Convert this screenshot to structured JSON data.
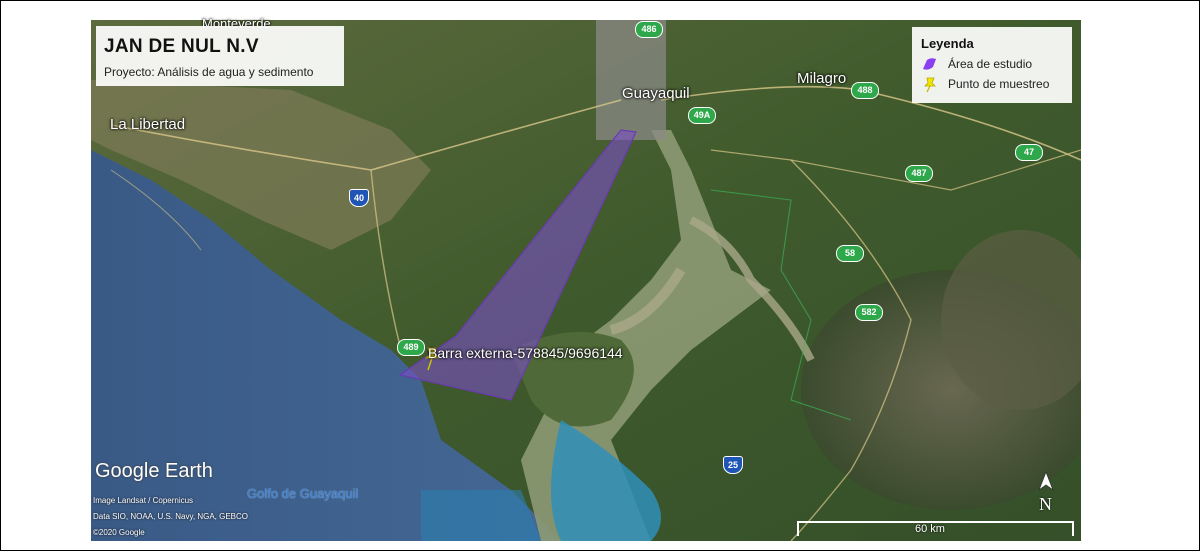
{
  "header": {
    "title": "JAN DE NUL N.V",
    "subtitle": "Proyecto: Análisis de agua y sedimento"
  },
  "legend": {
    "title": "Leyenda",
    "items": [
      {
        "label": "Área de estudio",
        "symbol": "purple-polygon",
        "color": "#8a3ff0"
      },
      {
        "label": "Punto de muestreo",
        "symbol": "yellow-pushpin",
        "color": "#f2e600"
      }
    ]
  },
  "map": {
    "places": [
      "Monteverde",
      "Guayaquil",
      "Milagro",
      "La Libertad"
    ],
    "sample_point": {
      "label": "Barra externa-578845/9696144"
    },
    "water_label": "Golfo de Guayaquil",
    "road_shields": [
      "486",
      "488",
      "49A",
      "487",
      "47",
      "58",
      "582",
      "489"
    ],
    "interstate_shields": [
      "40",
      "25"
    ],
    "study_area_color": "#7a4fc6"
  },
  "footer": {
    "brand": "Google Earth",
    "credits": [
      "Image Landsat / Copernicus",
      "Data SIO, NOAA, U.S. Navy, NGA, GEBCO",
      "©2020 Google"
    ],
    "compass": "N",
    "scale_label": "60 km"
  }
}
